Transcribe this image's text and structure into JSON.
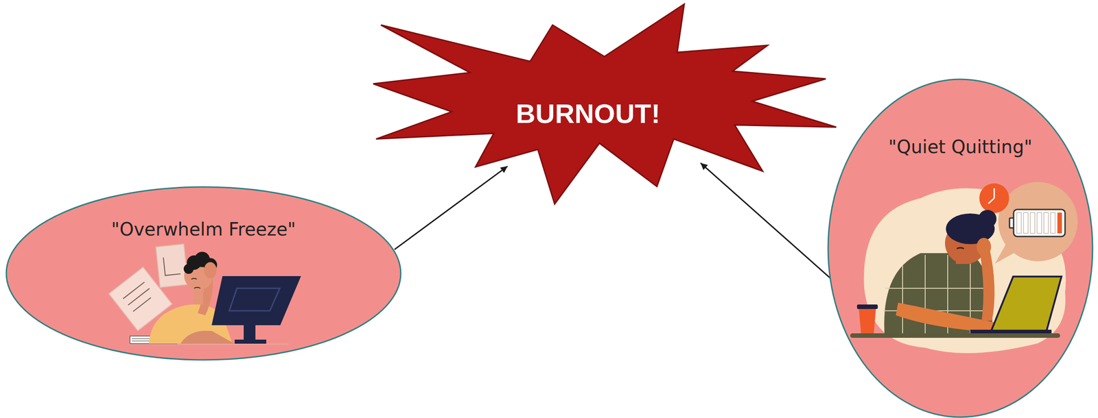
{
  "diagram": {
    "nodes": [
      {
        "text": [
          "BURNOUT!"
        ]
      },
      {
        "text": [
          "\"Overwhelm Freeze\""
        ]
      },
      {
        "text": [
          "\"Quiet Quitting\""
        ]
      }
    ],
    "edges": [
      {
        "from": 1,
        "to": 0,
        "arrow": "to"
      },
      {
        "from": 2,
        "to": 0,
        "arrow": "to"
      }
    ]
  }
}
